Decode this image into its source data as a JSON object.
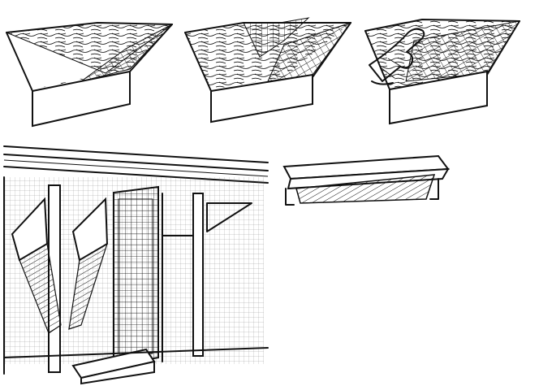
{
  "figure": {
    "panels": [
      {
        "id": "step-1",
        "icon": "hay-lined-rack"
      },
      {
        "id": "step-2",
        "icon": "mesh-screen-placement"
      },
      {
        "id": "step-3",
        "icon": "hand-pressing-mesh"
      },
      {
        "id": "hutch-interior",
        "icon": "rabbit-hutch-hay-racks"
      },
      {
        "id": "finished-rack",
        "icon": "hay-rack-detail"
      }
    ],
    "colors": {
      "ink": "#111111",
      "paper": "#ffffff"
    }
  }
}
